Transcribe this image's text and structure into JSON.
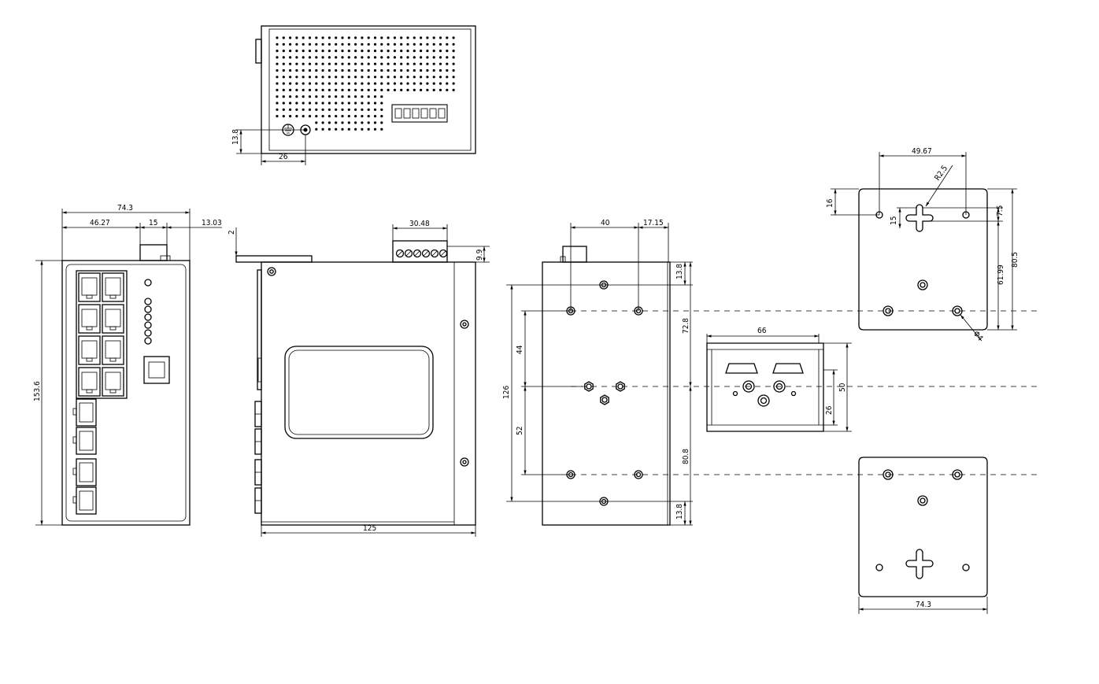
{
  "drawing": {
    "top_view": {
      "dims": {
        "d13_8": "13.8",
        "d26": "26"
      }
    },
    "front_view": {
      "dims": {
        "width_74_3": "74.3",
        "d46_27": "46.27",
        "d15": "15",
        "d13_03": "13.03",
        "height_153_6": "153.6"
      }
    },
    "side_view": {
      "dims": {
        "d2": "2",
        "d30_48": "30.48",
        "d9_9": "9.9",
        "depth_125": "125"
      }
    },
    "rear_view": {
      "dims": {
        "d40": "40",
        "d17_15": "17.15",
        "d13_8_top": "13.8",
        "d126": "126",
        "d44": "44",
        "d52": "52",
        "d72_8": "72.8",
        "d80_8": "80.8",
        "d13_8_bottom": "13.8"
      }
    },
    "din_rail_clip": {
      "dims": {
        "d66": "66",
        "d50": "50",
        "d26": "26"
      }
    },
    "wall_mount_plate_top": {
      "dims": {
        "d49_67": "49.67",
        "r2_5": "R2.5",
        "d16": "16",
        "d15": "15",
        "d7_5": "7.5",
        "d61_99": "61.99",
        "d80_5": "80.5",
        "d4": "Φ4"
      }
    },
    "wall_mount_plate_bottom": {
      "dims": {
        "width_74_3": "74.3"
      }
    }
  }
}
